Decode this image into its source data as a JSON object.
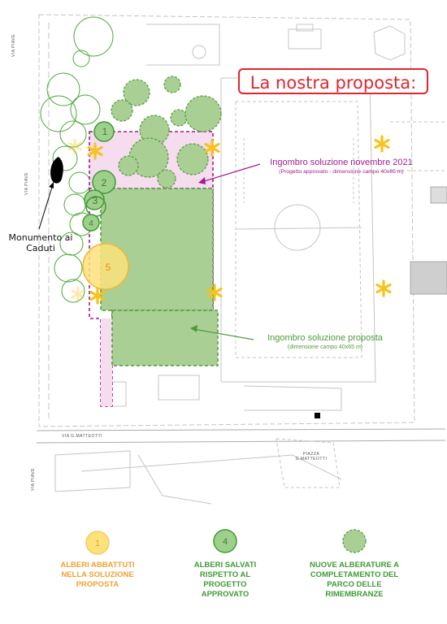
{
  "proposal_title": "La nostra proposta:",
  "monument_label": "Monumento ai Caduti",
  "monument_line1": "Monumento ai",
  "monument_line2": "Caduti",
  "label_november": {
    "title": "Ingombro soluzione novembre 2021",
    "subtitle": "(Progetto approvato - dimensione campo 40x65 m)"
  },
  "label_proposed": {
    "title": "Ingombro soluzione proposta",
    "subtitle": "(dimensione campo 40x65 m)"
  },
  "tree_numbers": [
    "1",
    "2",
    "3",
    "4",
    "5"
  ],
  "streets": {
    "via_piave_top": "VIA PIAVE",
    "via_piave_mid": "VIA PIAVE",
    "via_piave_bottom": "VIA PIAVE",
    "via_matteotti": "VIA G.MATTEOTTI",
    "piazza_line1": "PIAZZA",
    "piazza_line2": "G.MATTEOTTI"
  },
  "legend": [
    {
      "marker": "1",
      "text": "ALBERI ABBATTUTI NELLA SOLUZIONE PROPOSTA",
      "color": "#f0a133"
    },
    {
      "marker": "4",
      "text": "ALBERI SALVATI RISPETTO AL PROGETTO APPROVATO",
      "color": "#3f9a35"
    },
    {
      "marker": "",
      "text": "NUOVE ALBERATURE A COMPLETAMENTO DEL PARCO DELLE RIMEMBRANZE",
      "color": "#3f9a35"
    }
  ],
  "colors": {
    "magenta": "#a01c8f",
    "green_dark": "#4d9b3a",
    "green_fill": "#a9cf94",
    "yellow_fill": "#fde27a",
    "star": "#f8c21a",
    "red_title": "#e0262e"
  }
}
